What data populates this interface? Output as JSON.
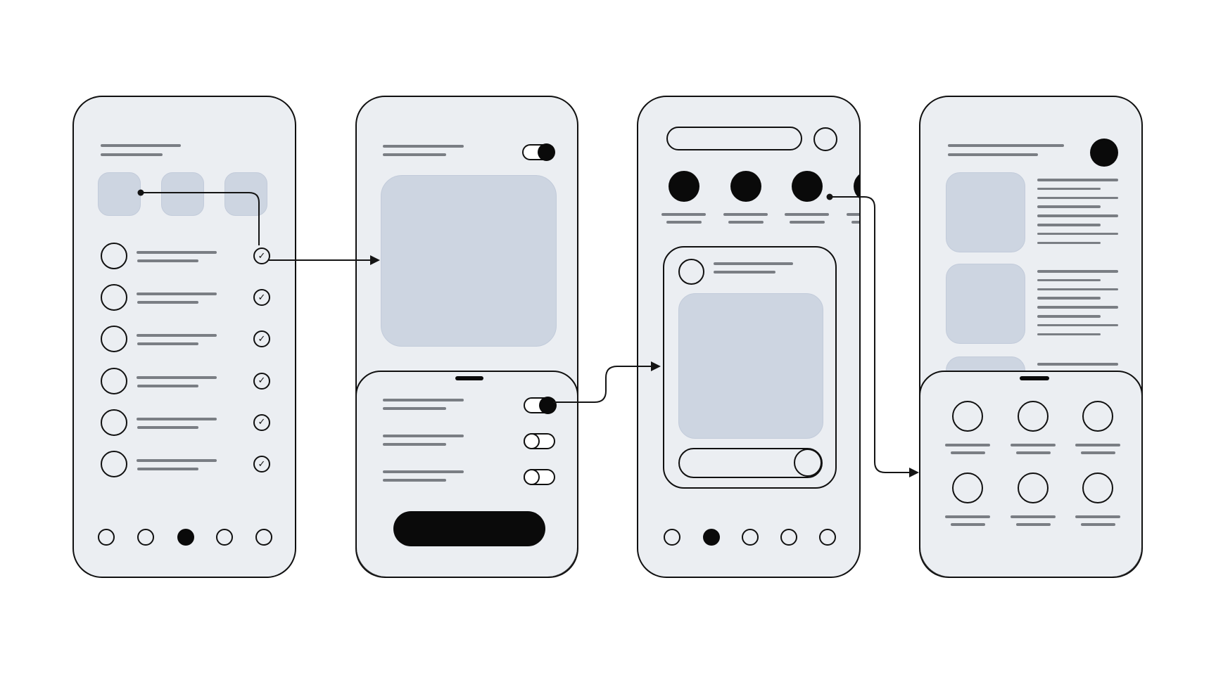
{
  "diagram": {
    "type": "mobile-app-wireframe-flow",
    "screen_count": 4,
    "connectors": [
      {
        "id": 1,
        "from": "screen-1-category-chip-1",
        "via": "screen-1-check-circle-1",
        "to": "screen-2-hero-image",
        "style": "elbow",
        "ends": "dot-to-arrow"
      },
      {
        "id": 2,
        "from": "screen-2-sheet-toggle-1",
        "to": "screen-3-post-card",
        "style": "s-curve",
        "ends": "arrow"
      },
      {
        "id": 3,
        "from": "screen-3-story-3",
        "to": "screen-4-share-sheet",
        "style": "elbow",
        "ends": "dot-to-arrow"
      }
    ]
  },
  "colors": {
    "canvas_bg": "#ffffff",
    "phone_bg": "#ebeef2",
    "outline_ink": "#101010",
    "placeholder_fill": "#cdd5e1",
    "placeholder_stroke": "#c2cbda",
    "text_bar_gray": "#7a7e84",
    "toggle_track": "#ffffff",
    "solid_black": "#0a0a0a"
  },
  "screens": [
    {
      "name": "list-select",
      "title_bars": 2,
      "category_chips": 3,
      "list": {
        "row_count": 6,
        "row_parts": [
          "avatar-circle",
          "text-bar-long",
          "text-bar-short",
          "check-circle"
        ],
        "check_glyph": "✓"
      },
      "pagination": {
        "dot_count": 5,
        "active_index": 2
      }
    },
    {
      "name": "detail-settings",
      "title_bars": 2,
      "header_toggle": "on",
      "hero_placeholder": true,
      "bottom_sheet": {
        "handle": true,
        "setting_rows": [
          {
            "text_bars": 2,
            "toggle": "on"
          },
          {
            "text_bars": 2,
            "toggle": "off"
          },
          {
            "text_bars": 2,
            "toggle": "off"
          }
        ],
        "cta_button": {
          "shape": "pill",
          "fill": "#0a0a0a"
        }
      }
    },
    {
      "name": "feed",
      "search_bar": true,
      "profile_circle_button": true,
      "stories": {
        "count": 4,
        "fill": "#0a0a0a",
        "caption_bars": 2
      },
      "post_card": {
        "avatar_circle": true,
        "title_bars": 2,
        "image_placeholder": true,
        "comment_input": true,
        "send_circle": true
      },
      "pagination": {
        "dot_count": 5,
        "active_index": 1
      }
    },
    {
      "name": "article-share",
      "title_bars": 2,
      "header_avatar_fill": "#0a0a0a",
      "article_rows": [
        {
          "thumbnail": true,
          "text_bars": 8
        },
        {
          "thumbnail": true,
          "text_bars": 8
        },
        {
          "thumbnail": true,
          "text_bars": 1
        }
      ],
      "bottom_sheet": {
        "handle": true,
        "share_grid": {
          "columns": 3,
          "rows": 2,
          "item_parts": [
            "circle",
            "label-bar-long",
            "label-bar-short"
          ]
        }
      }
    }
  ]
}
